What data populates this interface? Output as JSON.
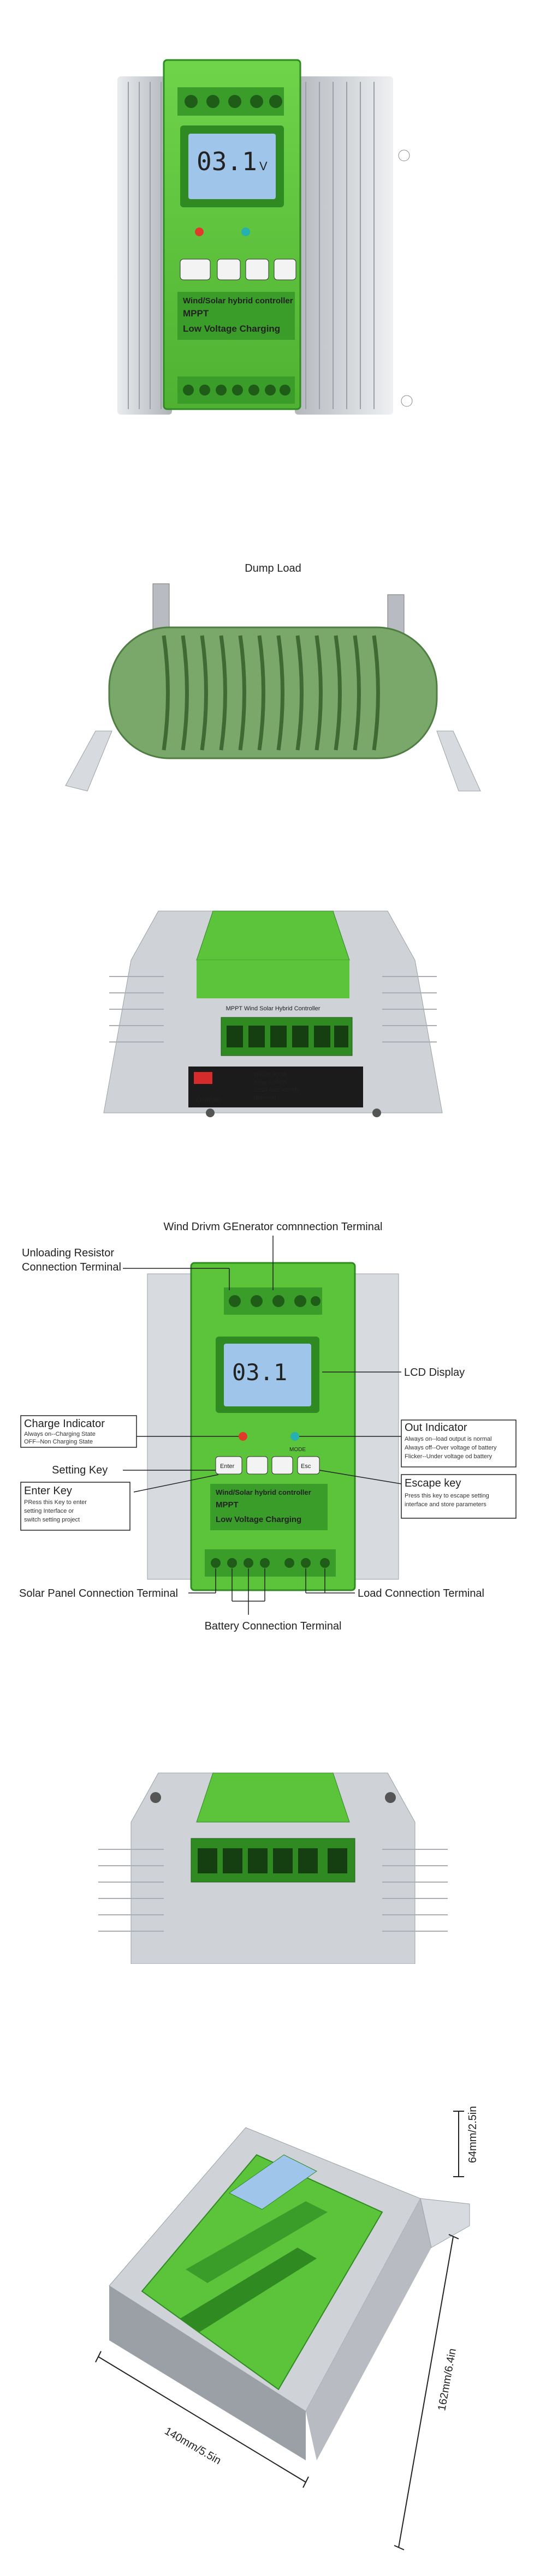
{
  "controller": {
    "lcd_reading": "03.1",
    "lcd_unit": "V",
    "panel_line1": "Wind/Solar hybrid controller",
    "panel_line2": "MPPT",
    "panel_line3": "Low Voltage Charging",
    "key_left": "Enter",
    "key_right": "Esc",
    "mode_label": "MODE"
  },
  "dump_load": {
    "title": "Dump  Load"
  },
  "spec_label": {
    "title": "MPPT Wind Solar Hybrid Controller",
    "line1": "Wind:0-800W",
    "line2": "Solar:0-600W",
    "line3": "12/24 Auto Identify",
    "line4": "(Booster)",
    "model": "1400W80"
  },
  "diagram": {
    "wind_terminal": "Wind  Drivm GEnerator comnnection Terminal",
    "unloading_line1": "Unloading Resistor",
    "unloading_line2": "Connection Terminal",
    "charge_title": "Charge Indicator",
    "charge_line1": "Always on--Charging State",
    "charge_line2": "OFF--Non Charging State",
    "setting_key": "Setting Key",
    "enter_title": "Enter Key",
    "enter_line1": "PRess this Key to enter",
    "enter_line2": "setting Interface or",
    "enter_line3": "switch setting project",
    "lcd_display": "LCD Display",
    "out_title": "Out Indicator",
    "out_line1": "Always on--load output is normal",
    "out_line2": "Always off--Over voltage of battery",
    "out_line3": "Flicker--Under voltage od battery",
    "esc_title": "Escape key",
    "esc_line1": "Press this key to escape setting",
    "esc_line2": "interface and store parameters",
    "solar_terminal": "Solar Panel Connection Terminal",
    "load_terminal": "Load Connection Terminal",
    "battery_terminal": "Battery Connection Terminal"
  },
  "dimensions": {
    "height": "64mm/2.5in",
    "depth": "162mm/6.4in",
    "width": "140mm/5.5in"
  },
  "colors": {
    "panel_green": "#5cc43a",
    "dark_green": "#2f8a22",
    "aluminum": "#c9ccd0",
    "lcd_blue": "#9fc6ea",
    "resistor_green": "#7aa86a"
  }
}
